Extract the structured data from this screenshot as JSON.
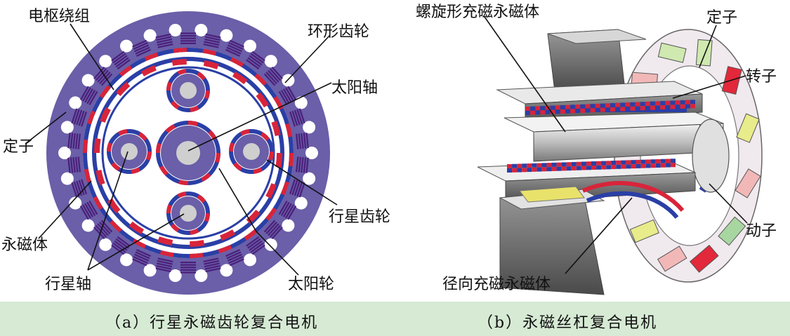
{
  "panel_a": {
    "labels": {
      "armature": "电枢绕组",
      "ring_gear": "环形齿轮",
      "sun_shaft": "太阳轴",
      "stator": "定子",
      "planet_gear": "行星齿轮",
      "pm": "永磁体",
      "planet_shaft": "行星轴",
      "sun_gear": "太阳轮"
    },
    "caption": "（a）行星永磁齿轮复合电机"
  },
  "panel_b": {
    "labels": {
      "helical_pm": "螺旋形充磁永磁体",
      "stator": "定子",
      "rotor": "转子",
      "mover": "动子",
      "radial_pm": "径向充磁永磁体"
    },
    "caption": "（b）永磁丝杠复合电机"
  },
  "colors": {
    "stator_purple": "#6a5fa8",
    "magnet_red": "#d8243a",
    "magnet_blue": "#2a3fa6",
    "coil_purple": "#4b1f7a",
    "shaft_grey": "#cfcfcf",
    "caption_bg": "#d6ead4"
  }
}
